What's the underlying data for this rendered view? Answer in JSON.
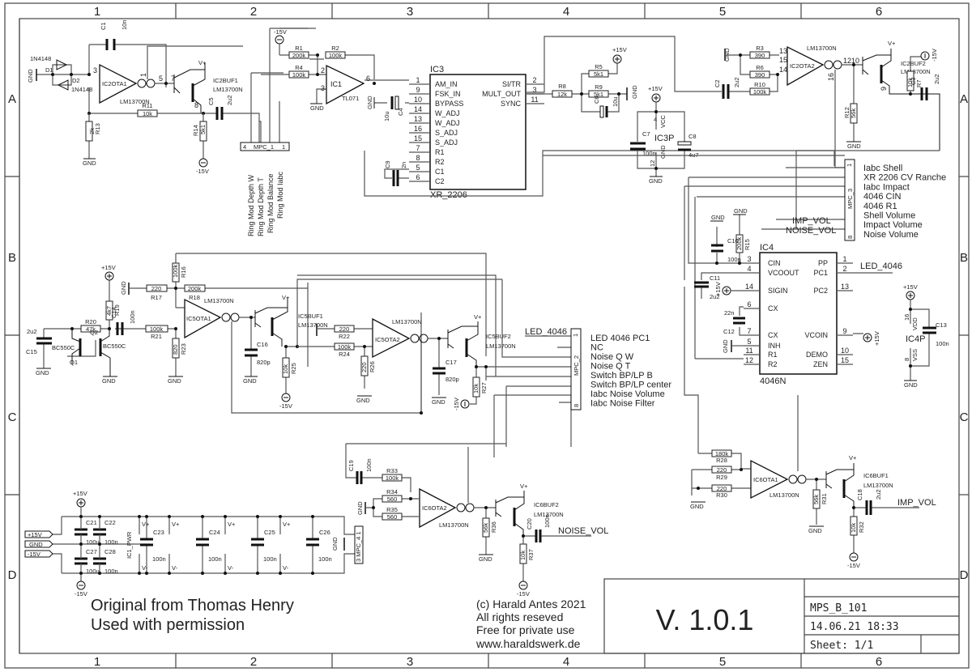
{
  "sheet": {
    "columns": [
      "1",
      "2",
      "3",
      "4",
      "5",
      "6"
    ],
    "rows": [
      "A",
      "B",
      "C",
      "D"
    ],
    "colors": {
      "wire": "#555555",
      "ink": "#111111",
      "background": "#ffffff"
    }
  },
  "title_block": {
    "version": "V. 1.0.1",
    "drawing_name": "MPS_B_101",
    "date": "14.06.21 18:33",
    "sheet": "Sheet: 1/1",
    "copyright": [
      "(c) Harald Antes 2021",
      "All rights reseved",
      "Free for private use",
      "www.haraldswerk.de"
    ],
    "attribution": [
      "Original from Thomas Henry",
      "Used with permission"
    ]
  },
  "components": {
    "ic2ota1": {
      "name": "IC2OTA1",
      "part": "LM13700N",
      "pins": [
        "3",
        "2",
        "4",
        "1",
        "5"
      ]
    },
    "ic2buf1": {
      "name": "IC2BUF1",
      "part": "LM13700N",
      "pins": [
        "7",
        "8"
      ]
    },
    "d1": {
      "name": "D1",
      "part": "1N4148"
    },
    "d2": {
      "name": "D2",
      "part": "1N4148"
    },
    "c1": {
      "name": "C1",
      "value": "10n"
    },
    "r11": {
      "name": "R11",
      "value": "10k"
    },
    "r13": {
      "name": "R13",
      "value": "2k"
    },
    "r14": {
      "name": "R14",
      "value": "5k1"
    },
    "c5": {
      "name": "C5",
      "value": "2u2"
    },
    "mpc1": {
      "name": "MPC_1",
      "pin_first": "4",
      "pin_last": "1",
      "labels": [
        "Ring Mod Depth W",
        "Ring Mod Depth T",
        "Ring Mod Balance",
        "Ring Mod Iabc"
      ]
    },
    "ic1": {
      "name": "IC1",
      "part": "TL071",
      "pins": [
        "2",
        "3",
        "6"
      ]
    },
    "r1": {
      "name": "R1",
      "value": "200k"
    },
    "r2": {
      "name": "R2",
      "value": "100k"
    },
    "r4": {
      "name": "R4",
      "value": "100k"
    },
    "c4": {
      "name": "C4",
      "value": "10u"
    },
    "c9": {
      "name": "C9",
      "value": "2n"
    },
    "ic3": {
      "name": "IC3",
      "part": "XR_2206",
      "left_pins": [
        {
          "num": "1",
          "name": "AM_IN"
        },
        {
          "num": "9",
          "name": "FSK_IN"
        },
        {
          "num": "10",
          "name": "BYPASS"
        },
        {
          "num": "14",
          "name": "W_ADJ"
        },
        {
          "num": "13",
          "name": "W_ADJ"
        },
        {
          "num": "16",
          "name": "S_ADJ"
        },
        {
          "num": "15",
          "name": "S_ADJ"
        },
        {
          "num": "7",
          "name": "R1"
        },
        {
          "num": "8",
          "name": "R2"
        },
        {
          "num": "5",
          "name": "C1"
        },
        {
          "num": "6",
          "name": "C2"
        }
      ],
      "right_pins": [
        {
          "num": "2",
          "name": "SI/TR"
        },
        {
          "num": "3",
          "name": "MULT_OUT"
        },
        {
          "num": "11",
          "name": "SYNC"
        }
      ]
    },
    "r8": {
      "name": "R8",
      "value": "12k"
    },
    "r5": {
      "name": "R5",
      "value": "5k1"
    },
    "r9": {
      "name": "R9",
      "value": "5k1"
    },
    "c6": {
      "name": "C6",
      "value": "10u"
    },
    "ic3p": {
      "name": "IC3P",
      "pins": [
        {
          "num": "4",
          "name": "VCC"
        },
        {
          "num": "12",
          "name": "GND"
        }
      ]
    },
    "c7": {
      "name": "C7",
      "value": "100n"
    },
    "c8": {
      "name": "C8",
      "value": "4u7"
    },
    "c2": {
      "name": "C2",
      "value": "2u2"
    },
    "r3": {
      "name": "R3",
      "value": "390"
    },
    "r6": {
      "name": "R6",
      "value": "390"
    },
    "r10": {
      "name": "R10",
      "value": "100k"
    },
    "ic2ota2": {
      "name": "IC2OTA2",
      "part": "LM13700N",
      "pins": [
        "13",
        "15",
        "14",
        "16",
        "12",
        "10",
        "9"
      ]
    },
    "ic2buf2": {
      "name": "IC2BUF2",
      "part": "LM13700N"
    },
    "r12": {
      "name": "R12",
      "value": "56k"
    },
    "r7": {
      "name": "R7",
      "value": "10k"
    },
    "c3": {
      "name": "C3",
      "value": "2u2"
    },
    "mpc3": {
      "name": "MPC_3",
      "pin_first": "1",
      "pin_last": "8",
      "labels": [
        "Iabc Shell",
        "XR 2206 CV Ranche",
        "Iabc Impact",
        "4046 CIN",
        "4046 R1",
        "Shell Volume",
        "Impact Volume",
        "Noise Volume"
      ]
    },
    "ic4": {
      "name": "IC4",
      "part": "4046N",
      "left_pins": [
        {
          "num": "3",
          "name": "CIN"
        },
        {
          "num": "4",
          "name": "VCOOUT"
        },
        {
          "num": "14",
          "name": "SIGIN"
        },
        {
          "num": "6",
          "name": "CX"
        },
        {
          "num": "7",
          "name": "CX"
        },
        {
          "num": "5",
          "name": "INH"
        },
        {
          "num": "11",
          "name": "R1"
        },
        {
          "num": "12",
          "name": "R2"
        }
      ],
      "right_pins": [
        {
          "num": "1",
          "name": "PP"
        },
        {
          "num": "2",
          "name": "PC1"
        },
        {
          "num": "13",
          "name": "PC2"
        },
        {
          "num": "9",
          "name": "VCOIN"
        },
        {
          "num": "10",
          "name": "DEMO"
        },
        {
          "num": "15",
          "name": "ZEN"
        }
      ]
    },
    "c10": {
      "name": "C10",
      "value": "100n"
    },
    "r15": {
      "name": "R15",
      "value": "200k"
    },
    "c11": {
      "name": "C11",
      "value": "2u2"
    },
    "c12": {
      "name": "C12",
      "value": "22n"
    },
    "ic4p": {
      "name": "IC4P",
      "pins": [
        {
          "num": "16",
          "name": "VDD"
        },
        {
          "num": "8",
          "name": "VSS"
        }
      ]
    },
    "c13": {
      "name": "C13",
      "value": "100n"
    },
    "q1": {
      "name": "Q1",
      "part": "BC550C"
    },
    "q2": {
      "name": "Q2",
      "part": "BC550C"
    },
    "c15": {
      "name": "C15",
      "value": "2u2"
    },
    "r20": {
      "name": "R20",
      "value": "47k"
    },
    "r19": {
      "name": "R19",
      "value": "4k7"
    },
    "c14": {
      "name": "C14",
      "value": "100n"
    },
    "r16": {
      "name": "R16",
      "value": "100k"
    },
    "r17": {
      "name": "R17",
      "value": "220"
    },
    "r18": {
      "name": "R18",
      "value": "200k"
    },
    "r21": {
      "name": "R21",
      "value": "100k"
    },
    "r23": {
      "name": "R23",
      "value": "820"
    },
    "ic5ota1": {
      "name": "IC5OTA1",
      "part": "LM13700N"
    },
    "c16": {
      "name": "C16",
      "value": "820p"
    },
    "ic5buf1": {
      "name": "IC5BUF1",
      "part": "LM13700N"
    },
    "r25": {
      "name": "R25",
      "value": "10k"
    },
    "r22": {
      "name": "R22",
      "value": "220"
    },
    "r24": {
      "name": "R24",
      "value": "100k"
    },
    "r26": {
      "name": "R26",
      "value": "220"
    },
    "ic5ota2": {
      "name": "IC5OTA2",
      "part": "LM13700N"
    },
    "c17": {
      "name": "C17",
      "value": "820p"
    },
    "ic5buf2": {
      "name": "IC5BUF2",
      "part": "LM13700N"
    },
    "r27": {
      "name": "R27",
      "value": "10k"
    },
    "mpc2": {
      "name": "MPC_2",
      "pin_first": "1",
      "pin_last": "8",
      "labels": [
        "LED 4046 PC1",
        "NC",
        "Noise Q W",
        "Noise Q T",
        "Switch BP/LP B",
        "Switch BP/LP center",
        "Iabc Noise Volume",
        "Iabc Noise Filter"
      ]
    },
    "c19": {
      "name": "C19",
      "value": "100n"
    },
    "r33": {
      "name": "R33",
      "value": "100k"
    },
    "r34": {
      "name": "R34",
      "value": "560"
    },
    "r35": {
      "name": "R35",
      "value": "560"
    },
    "ic6ota2": {
      "name": "IC6OTA2",
      "part": "LM13700N"
    },
    "r36": {
      "name": "R36",
      "value": "56k"
    },
    "ic6buf2": {
      "name": "IC6BUF2",
      "part": "LM13700N"
    },
    "c20": {
      "name": "C20",
      "value": "100n"
    },
    "r37": {
      "name": "R37",
      "value": "10k"
    },
    "r28": {
      "name": "R28",
      "value": "180k"
    },
    "r29": {
      "name": "R29",
      "value": "220"
    },
    "r30": {
      "name": "R30",
      "value": "220"
    },
    "ic6ota1": {
      "name": "IC6OTA1",
      "part": "LM13700N"
    },
    "r31": {
      "name": "R31",
      "value": "56k"
    },
    "ic6buf1": {
      "name": "IC6BUF1",
      "part": "LM13700N"
    },
    "c18": {
      "name": "C18",
      "value": "2u2"
    },
    "r32": {
      "name": "R32",
      "value": "10k"
    },
    "power": {
      "name": "IC1_PWR",
      "inputs": [
        "+15V",
        "GND",
        "-15V"
      ],
      "caps": [
        {
          "name": "C21",
          "value": "100u"
        },
        {
          "name": "C22",
          "value": "100n"
        },
        {
          "name": "C27",
          "value": "100u"
        },
        {
          "name": "C28",
          "value": "100n"
        },
        {
          "name": "C23",
          "value": "100n"
        },
        {
          "name": "C24",
          "value": "100n"
        },
        {
          "name": "C25",
          "value": "100n"
        },
        {
          "name": "C26",
          "value": "100n"
        }
      ],
      "mpc4": "3 MPC_4 1"
    }
  },
  "nets": {
    "gnd": "GND",
    "vplus": "V+",
    "p15": "+15V",
    "m15": "-15V",
    "vminus": "V-",
    "led4046": "LED_4046",
    "imp_vol": "IMP_VOL",
    "noise_vol": "NOISE_VOL"
  }
}
